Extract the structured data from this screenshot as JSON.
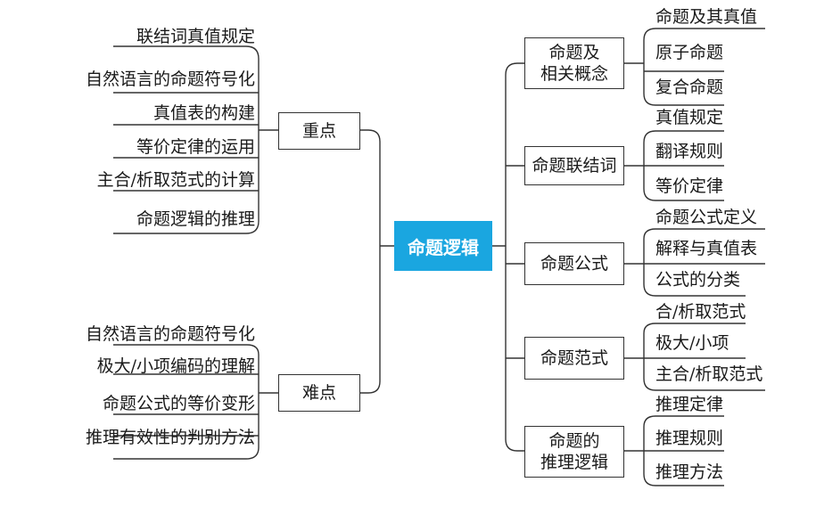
{
  "root": "命题逻辑",
  "left": [
    {
      "title": "重点",
      "items": [
        "联结词真值规定",
        "自然语言的命题符号化",
        "真值表的构建",
        "等价定律的运用",
        "主合/析取范式的计算",
        "命题逻辑的推理"
      ]
    },
    {
      "title": "难点",
      "items": [
        "自然语言的命题符号化",
        "极大/小项编码的理解",
        "命题公式的等价变形",
        "推理有效性的判别方法"
      ]
    }
  ],
  "right": [
    {
      "title": "命题及\n相关概念",
      "items": [
        "命题及其真值",
        "原子命题",
        "复合命题"
      ]
    },
    {
      "title": "命题联结词",
      "items": [
        "真值规定",
        "翻译规则",
        "等价定律"
      ]
    },
    {
      "title": "命题公式",
      "items": [
        "命题公式定义",
        "解释与真值表",
        "公式的分类"
      ]
    },
    {
      "title": "命题范式",
      "items": [
        "合/析取范式",
        "极大/小项",
        "主合/析取范式"
      ]
    },
    {
      "title": "命题的\n推理逻辑",
      "items": [
        "推理定律",
        "推理规则",
        "推理方法"
      ]
    }
  ]
}
